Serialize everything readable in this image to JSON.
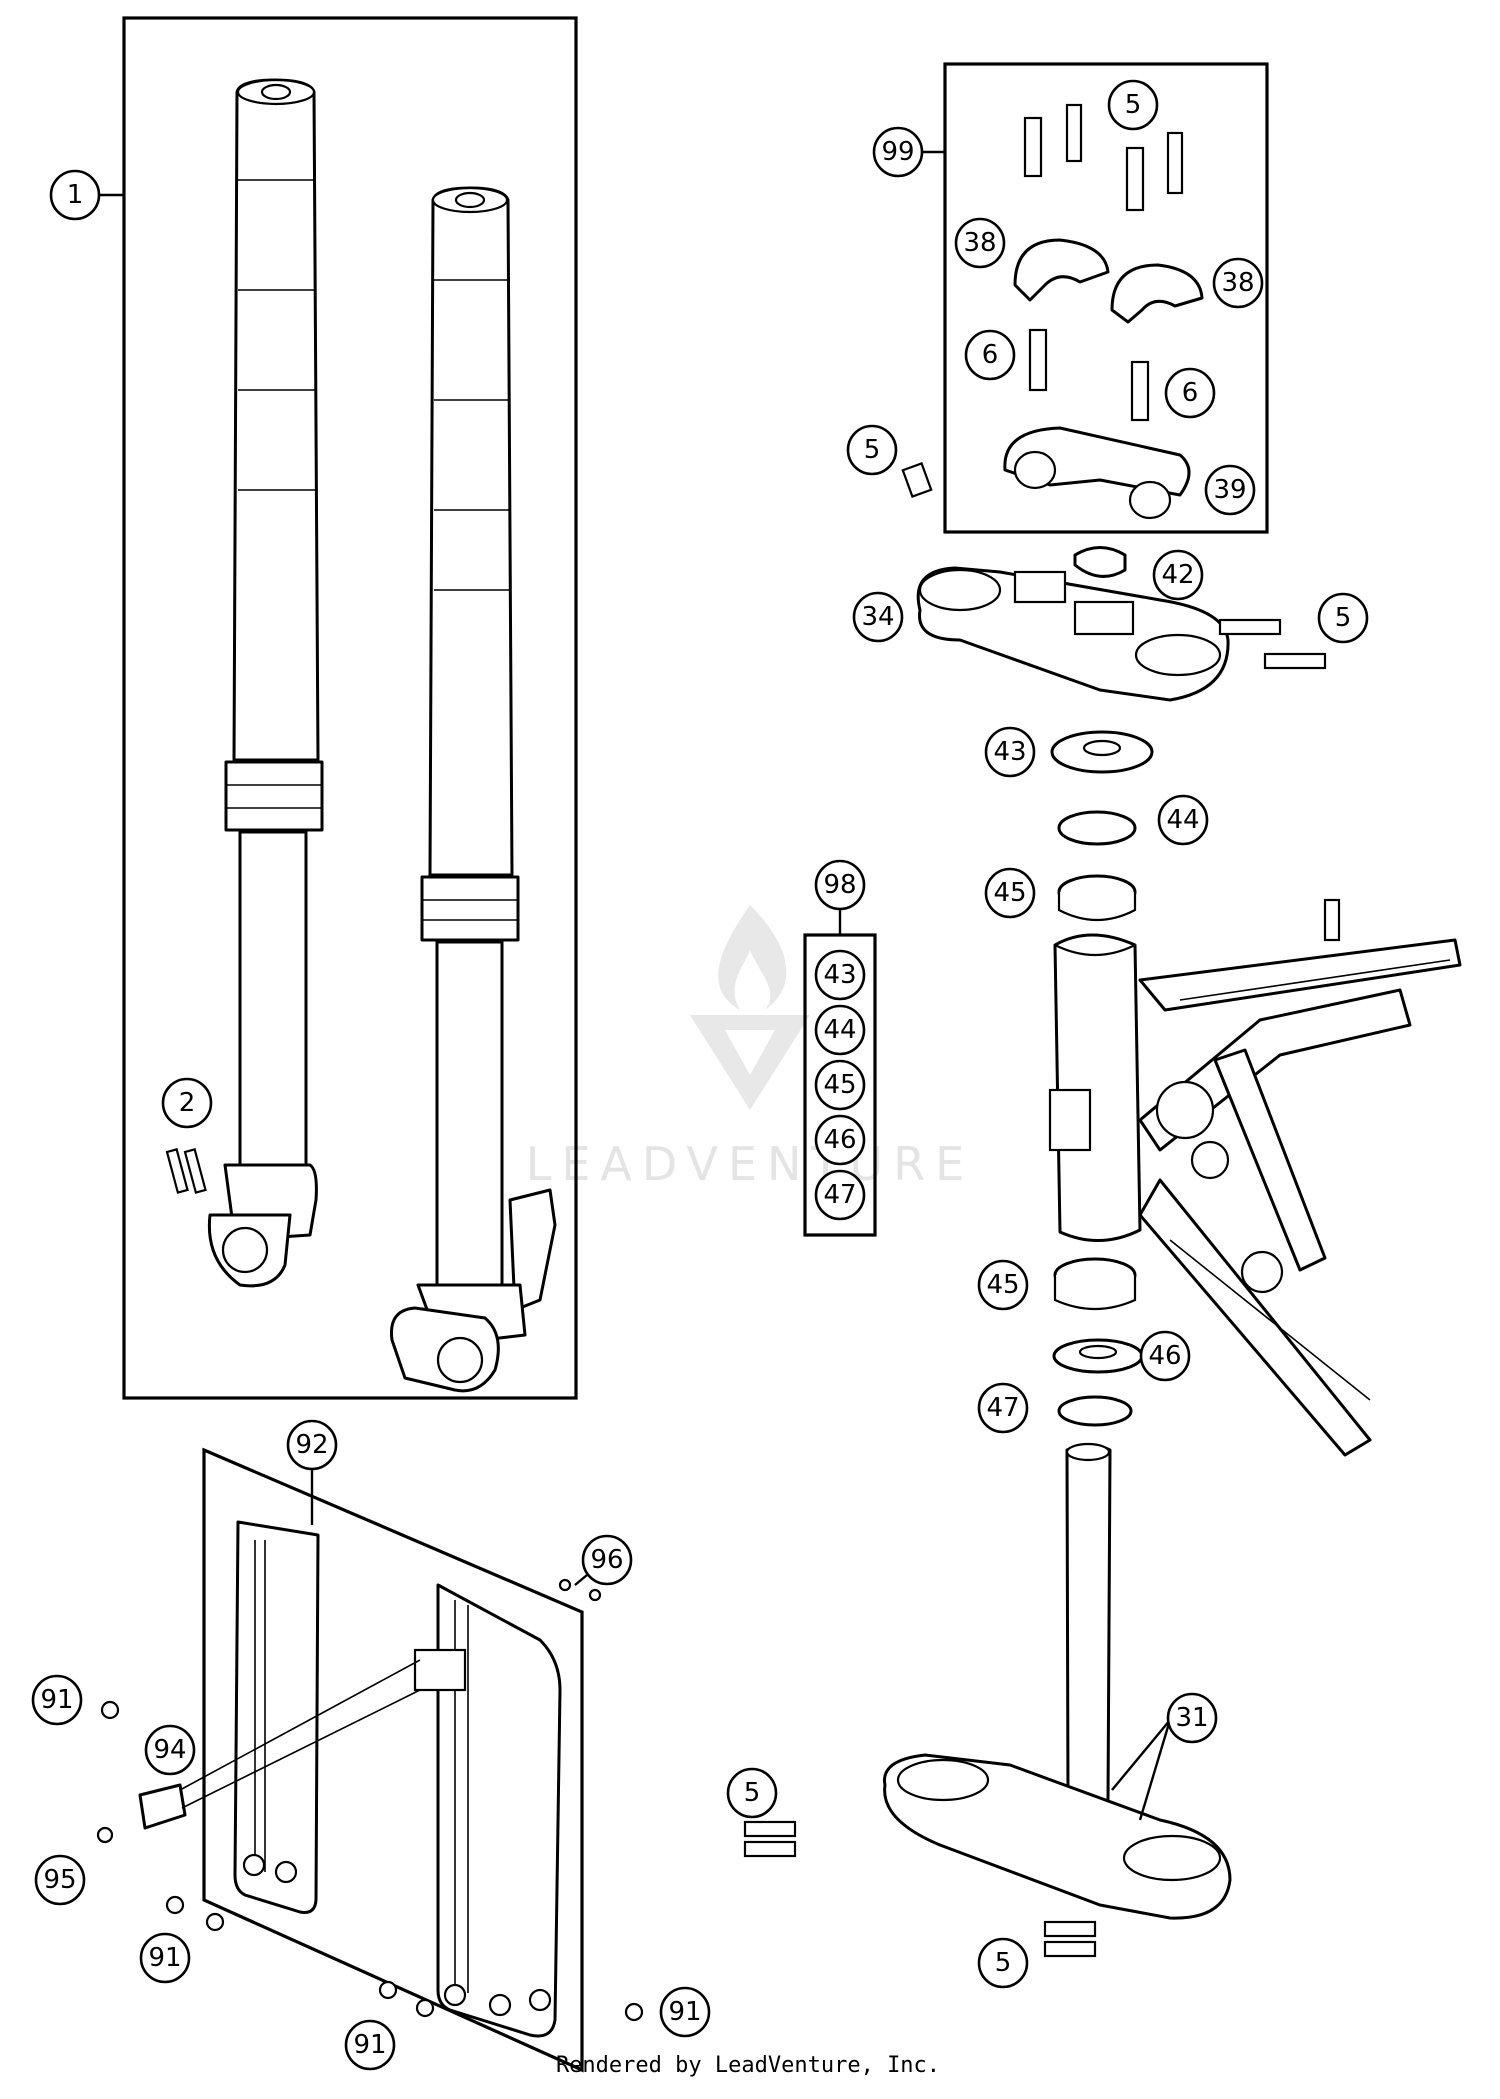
{
  "callouts": {
    "fork_assembly": "1",
    "fork_bolt": "2",
    "clamp_screw_top": "5",
    "clamp_screw_side": "5",
    "clamp_screw_right": "5",
    "clamp_screw_lower_left": "5",
    "clamp_screw_lower_right": "5",
    "handlebar_screw_left": "6",
    "handlebar_screw_right": "6",
    "steering_stem_lower_clamp": "31",
    "top_triple_clamp": "34",
    "handlebar_clamp_left": "38",
    "handlebar_clamp_right": "38",
    "handlebar_support": "39",
    "stem_nut": "42",
    "dust_seal_top": "43",
    "o_ring_top": "44",
    "bearing_top": "45",
    "bearing_bottom": "45",
    "seal_bottom": "46",
    "o_ring_bottom": "47",
    "fork_guard_screw_1": "91",
    "fork_guard_screw_2": "91",
    "fork_guard_screw_3": "91",
    "fork_guard_screw_4": "91",
    "fork_guard_set": "92",
    "cable_guide": "94",
    "cable_guide_screw": "95",
    "guard_nut": "96",
    "bearing_kit": "98",
    "handlebar_clamp_set": "99",
    "kit_item_1": "43",
    "kit_item_2": "44",
    "kit_item_3": "45",
    "kit_item_4": "46",
    "kit_item_5": "47"
  },
  "watermark": "LEADVENTURE",
  "footer": "Rendered by LeadVenture, Inc."
}
